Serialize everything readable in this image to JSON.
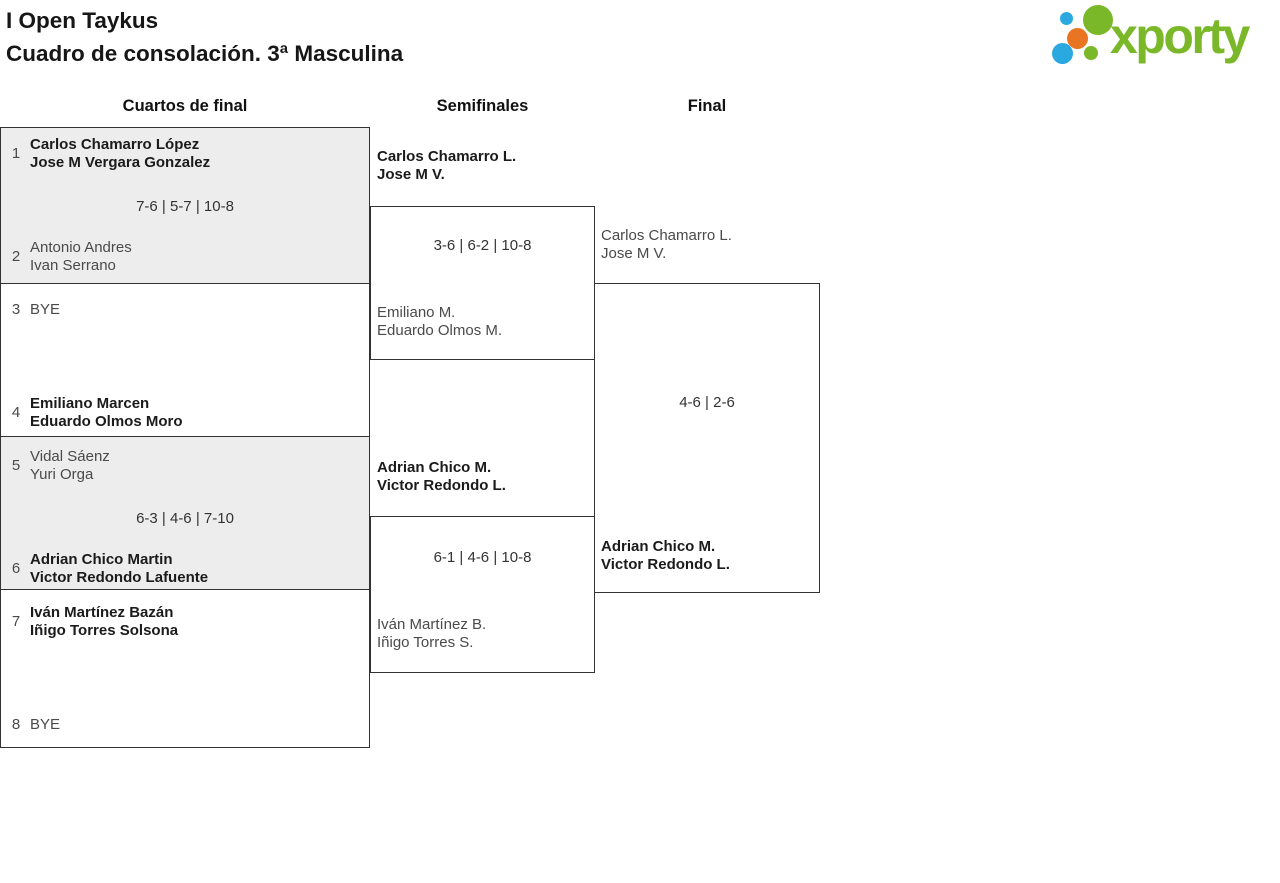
{
  "title": {
    "line1": "I Open Taykus",
    "line2": "Cuadro de consolación. 3ª Masculina"
  },
  "logo": {
    "brand": "xporty"
  },
  "round_headers": {
    "quarterfinals": "Cuartos de final",
    "semifinals": "Semifinales",
    "final": "Final"
  },
  "colors": {
    "brand_green": "#7ab829",
    "brand_blue": "#29a9e0",
    "brand_orange": "#e97421",
    "box_border": "#333333",
    "box_alt_background": "#ededed",
    "winner_text": "#1b1b1b",
    "secondary_text": "#4a4a4a"
  },
  "quarterfinals": [
    {
      "seed_top": "1",
      "top_line1": "Carlos Chamarro López",
      "top_line2": "Jose M Vergara Gonzalez",
      "score": "7-6 | 5-7 | 10-8",
      "seed_bottom": "2",
      "bottom_line1": "Antonio Andres",
      "bottom_line2": "Ivan Serrano"
    },
    {
      "seed_top": "3",
      "top_line1": "BYE",
      "top_line2": "",
      "score": "",
      "seed_bottom": "4",
      "bottom_line1": "Emiliano Marcen",
      "bottom_line2": "Eduardo Olmos Moro"
    },
    {
      "seed_top": "5",
      "top_line1": "Vidal Sáenz",
      "top_line2": "Yuri Orga",
      "score": "6-3 | 4-6 | 7-10",
      "seed_bottom": "6",
      "bottom_line1": "Adrian Chico Martin",
      "bottom_line2": "Victor Redondo Lafuente"
    },
    {
      "seed_top": "7",
      "top_line1": "Iván Martínez Bazán",
      "top_line2": "Iñigo Torres Solsona",
      "score": "",
      "seed_bottom": "8",
      "bottom_line1": "BYE",
      "bottom_line2": ""
    }
  ],
  "semifinals": [
    {
      "top_line1": "Carlos Chamarro L.",
      "top_line2": "Jose M V.",
      "score": "3-6 | 6-2 | 10-8",
      "bottom_line1": "Emiliano M.",
      "bottom_line2": "Eduardo Olmos M."
    },
    {
      "top_line1": "Adrian Chico M.",
      "top_line2": "Victor Redondo L.",
      "score": "6-1 | 4-6 | 10-8",
      "bottom_line1": "Iván Martínez B.",
      "bottom_line2": "Iñigo Torres S."
    }
  ],
  "final": {
    "top_line1": "Carlos Chamarro L.",
    "top_line2": "Jose M V.",
    "score": "4-6 | 2-6",
    "bottom_line1": "Adrian Chico M.",
    "bottom_line2": "Victor Redondo L."
  }
}
